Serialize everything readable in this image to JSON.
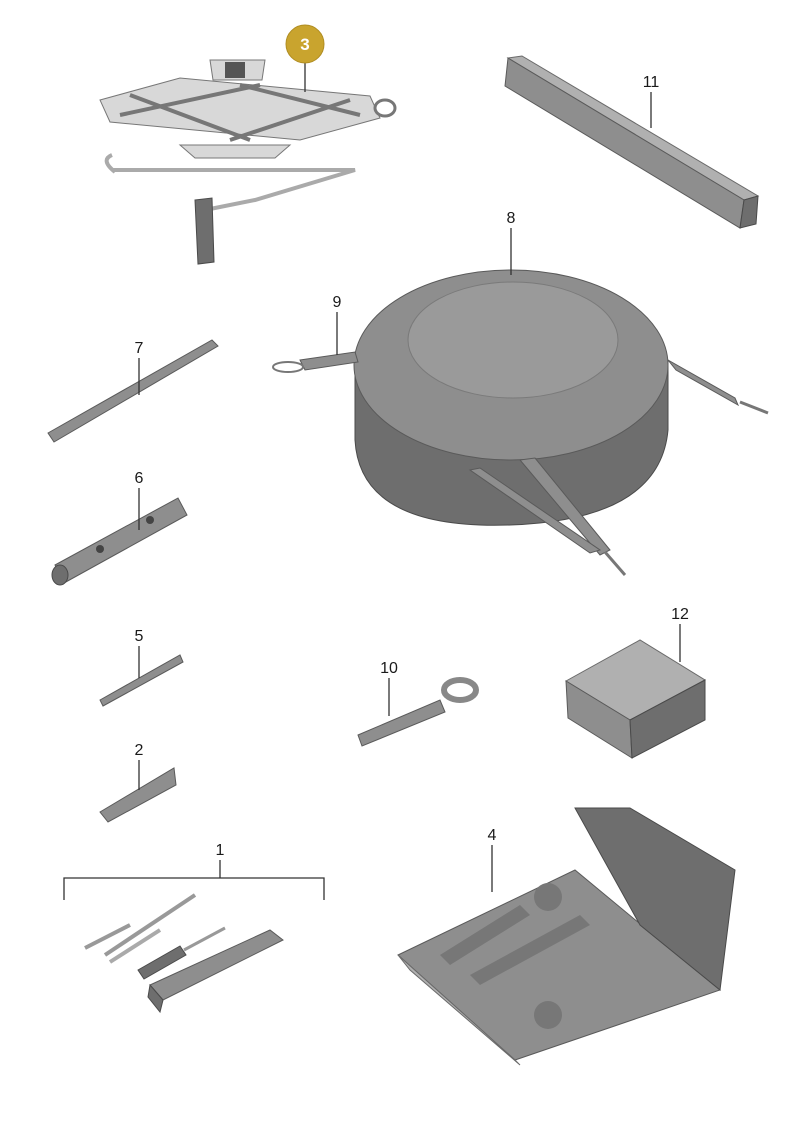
{
  "highlight_color": "#c9a42e",
  "parts": [
    {
      "key": "p1",
      "label": "1"
    },
    {
      "key": "p2",
      "label": "2"
    },
    {
      "key": "p3",
      "label": "3",
      "highlighted": true
    },
    {
      "key": "p4",
      "label": "4"
    },
    {
      "key": "p5",
      "label": "5"
    },
    {
      "key": "p6",
      "label": "6"
    },
    {
      "key": "p7",
      "label": "7"
    },
    {
      "key": "p8",
      "label": "8"
    },
    {
      "key": "p9",
      "label": "9"
    },
    {
      "key": "p10",
      "label": "10"
    },
    {
      "key": "p11",
      "label": "11"
    },
    {
      "key": "p12",
      "label": "12"
    }
  ]
}
